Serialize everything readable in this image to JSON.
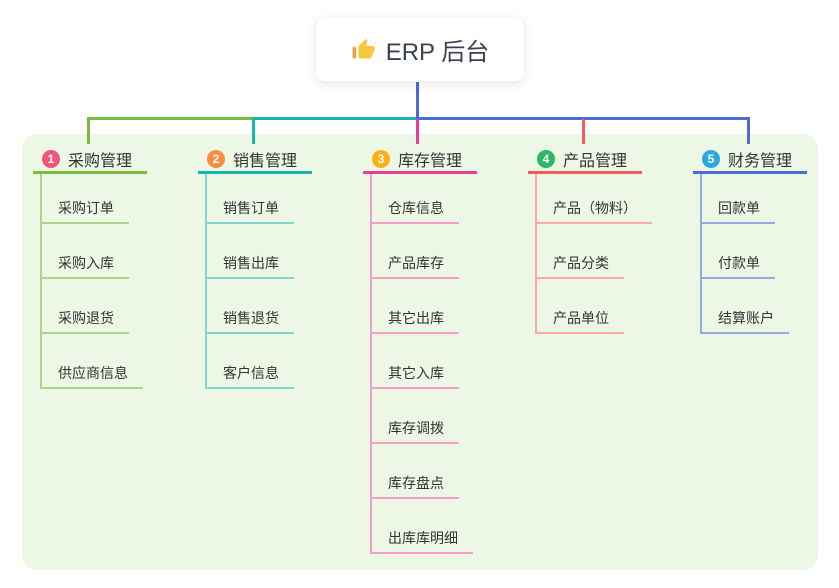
{
  "root": {
    "title": "ERP 后台",
    "icon": "thumbs-up"
  },
  "colors": {
    "page_bg": "#FFFFFF",
    "panel_bg": "#EDF7E6",
    "text": "#333333",
    "root_text": "#3B4151",
    "stem": "#4A6BD8"
  },
  "branches": [
    {
      "index": "1",
      "label": "采购管理",
      "badge_color": "#F4537B",
      "line_color": "#7DBB40",
      "light_color": "#ABD687",
      "children": [
        "采购订单",
        "采购入库",
        "采购退货",
        "供应商信息"
      ]
    },
    {
      "index": "2",
      "label": "销售管理",
      "badge_color": "#FB8C40",
      "line_color": "#19B5AF",
      "light_color": "#82D5D0",
      "children": [
        "销售订单",
        "销售出库",
        "销售退货",
        "客户信息"
      ]
    },
    {
      "index": "3",
      "label": "库存管理",
      "badge_color": "#FFB013",
      "line_color": "#ED3C96",
      "light_color": "#F49FCB",
      "children": [
        "仓库信息",
        "产品库存",
        "其它出库",
        "其它入库",
        "库存调拨",
        "库存盘点",
        "出库库明细"
      ]
    },
    {
      "index": "4",
      "label": "产品管理",
      "badge_color": "#2BB763",
      "line_color": "#FB5B57",
      "light_color": "#FCA9A4",
      "children": [
        "产品（物料）",
        "产品分类",
        "产品单位"
      ]
    },
    {
      "index": "5",
      "label": "财务管理",
      "badge_color": "#2BA9DF",
      "line_color": "#4A6BD8",
      "light_color": "#98A9E6",
      "children": [
        "回款单",
        "付款单",
        "结算账户"
      ]
    }
  ]
}
